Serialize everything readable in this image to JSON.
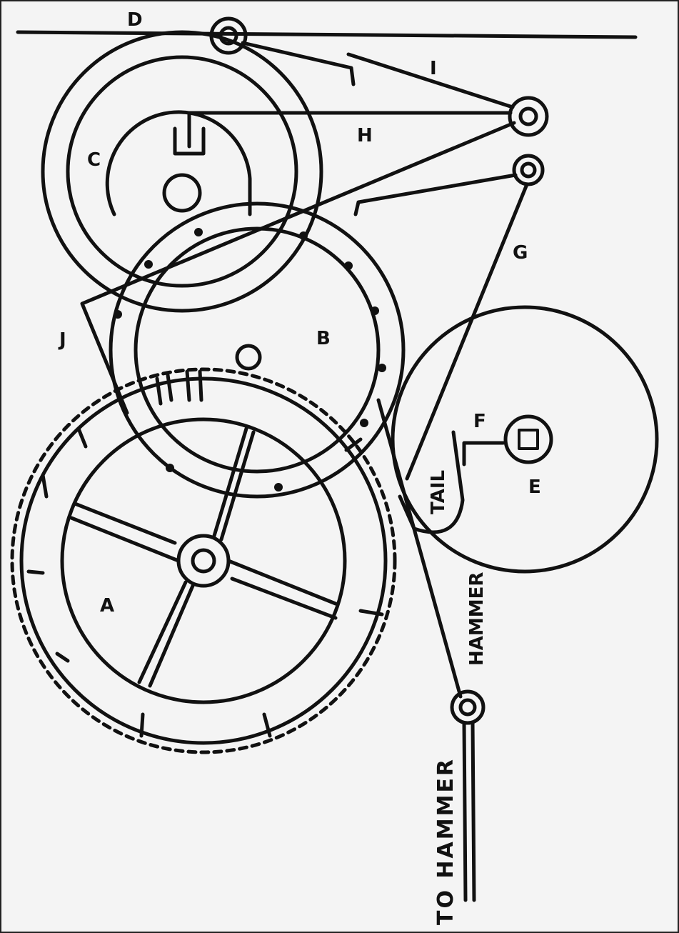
{
  "labels": {
    "a": "A",
    "b": "B",
    "c": "C",
    "d": "D",
    "e": "E",
    "f": "F",
    "g": "G",
    "h": "H",
    "i": "I",
    "j": "J",
    "tail": "TAIL",
    "hammer": "HAMMER",
    "to_hammer": "TO HAMMER"
  }
}
